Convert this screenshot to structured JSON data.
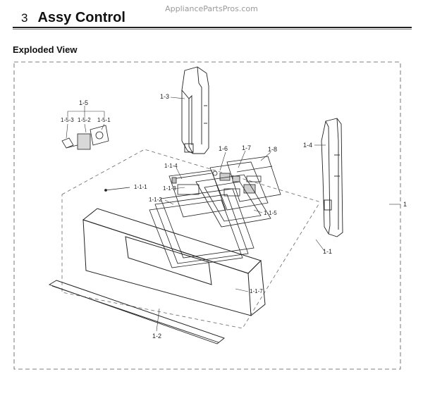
{
  "watermark": "AppliancePartsPros.com",
  "header": {
    "number": "3",
    "title": "Assy Control"
  },
  "subtitle": "Exploded View",
  "callouts": {
    "c1": "1",
    "c1_1": "1-1",
    "c1_1_1": "1-1-1",
    "c1_1_2": "1-1-2",
    "c1_1_3": "1-1-3",
    "c1_1_4": "1-1-4",
    "c1_1_5": "1-1-5",
    "c1_1_7": "1-1-7",
    "c1_2": "1-2",
    "c1_3": "1-3",
    "c1_4": "1-4",
    "c1_5": "1-5",
    "c1_5_1": "1-5-1",
    "c1_5_2": "1-5-2",
    "c1_5_3": "1-5-3",
    "c1_6": "1-6",
    "c1_7": "1-7",
    "c1_8": "1-8"
  }
}
